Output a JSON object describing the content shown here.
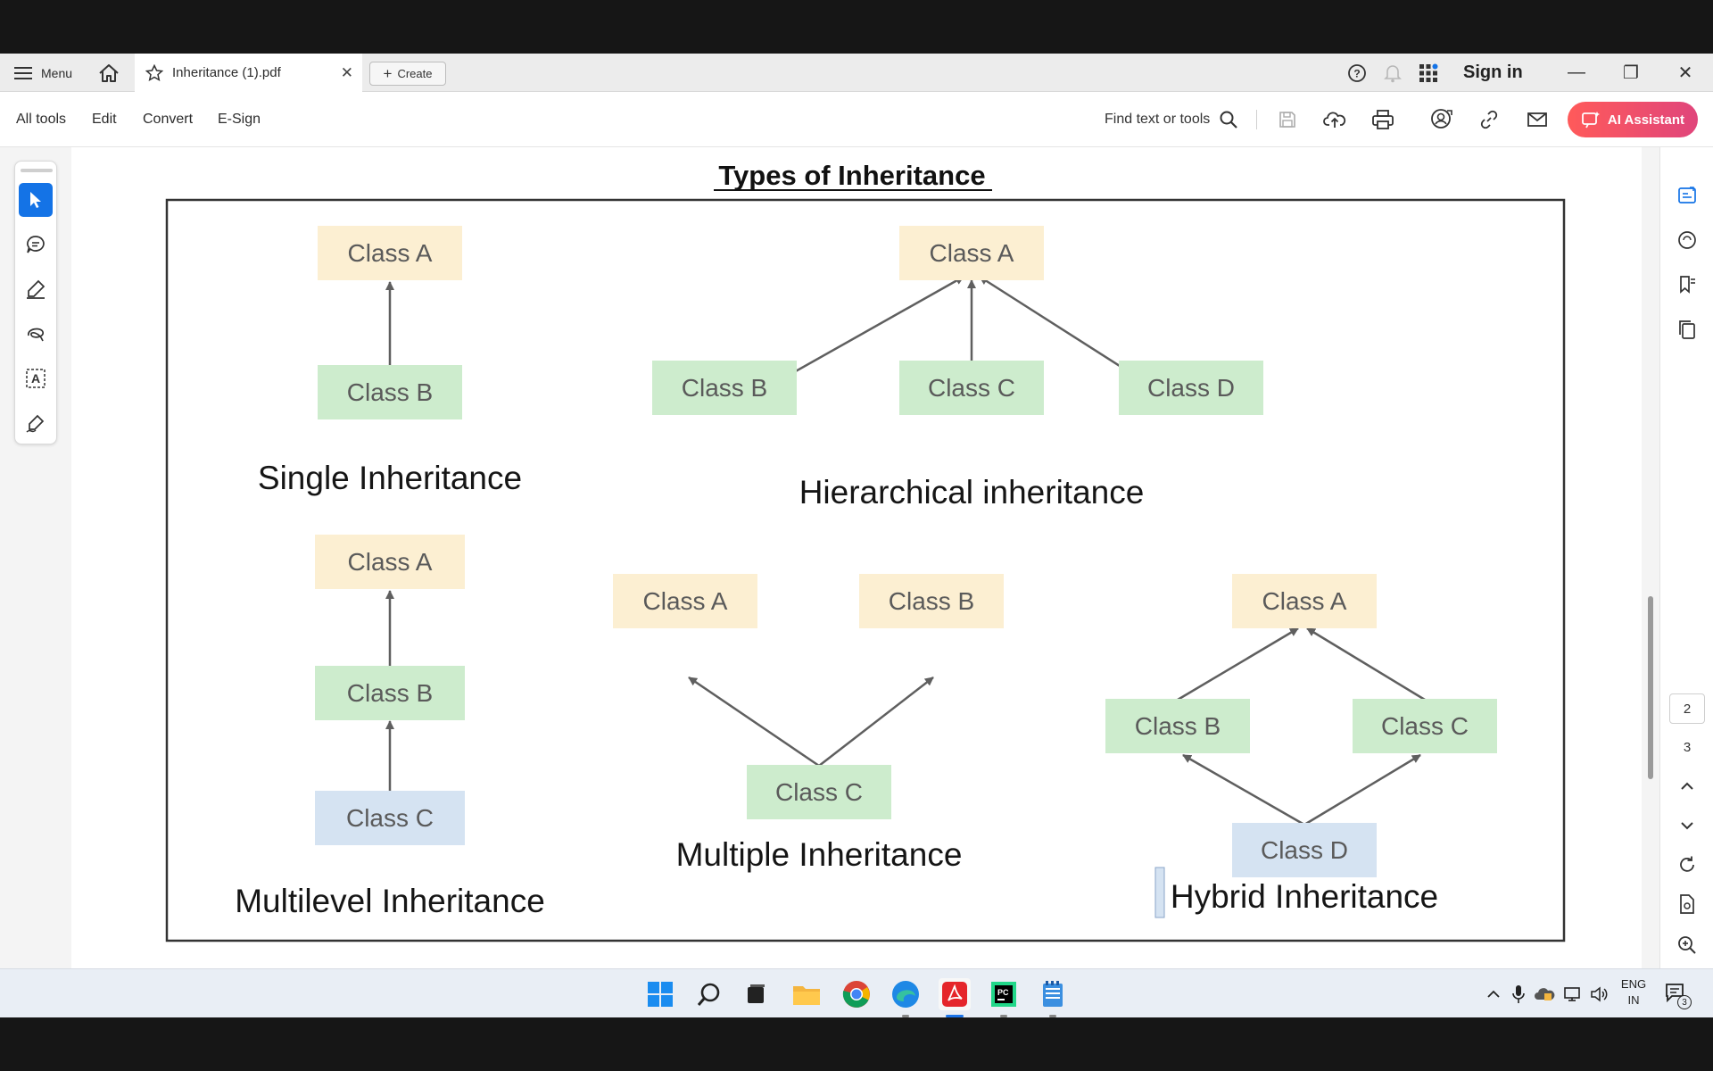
{
  "titlebar": {
    "menu_label": "Menu",
    "tab_title": "Inheritance (1).pdf",
    "create_label": "Create",
    "signin_label": "Sign in"
  },
  "menubar": {
    "items": [
      "All tools",
      "Edit",
      "Convert",
      "E-Sign"
    ],
    "find_label": "Find text or tools",
    "ai_label": "AI Assistant"
  },
  "document": {
    "title": "Types of Inheritance",
    "diagram": {
      "single": {
        "caption": "Single Inheritance",
        "nodes": [
          "Class A",
          "Class B"
        ]
      },
      "hierarchical": {
        "caption": "Hierarchical inheritance",
        "nodes": [
          "Class A",
          "Class B",
          "Class C",
          "Class D"
        ]
      },
      "multilevel": {
        "caption": "Multilevel Inheritance",
        "nodes": [
          "Class A",
          "Class B",
          "Class C"
        ]
      },
      "multiple": {
        "caption": "Multiple Inheritance",
        "nodes": [
          "Class A",
          "Class B",
          "Class C"
        ]
      },
      "hybrid": {
        "caption": "Hybrid Inheritance",
        "nodes": [
          "Class A",
          "Class B",
          "Class C",
          "Class D"
        ]
      }
    },
    "colors": {
      "yellow": "#fcefd2",
      "green": "#cdeccd",
      "blue": "#d5e3f2",
      "arrow": "#5f5f5f"
    }
  },
  "rightpanel": {
    "current_page": "2",
    "next_page": "3"
  },
  "taskbar": {
    "apps": [
      "start-icon",
      "search-icon",
      "task-view-icon",
      "file-explorer-icon",
      "chrome-icon",
      "edge-icon",
      "acrobat-icon",
      "pycharm-icon",
      "notepad-icon"
    ],
    "lang_line1": "ENG",
    "lang_line2": "IN",
    "notification_count": "3"
  }
}
